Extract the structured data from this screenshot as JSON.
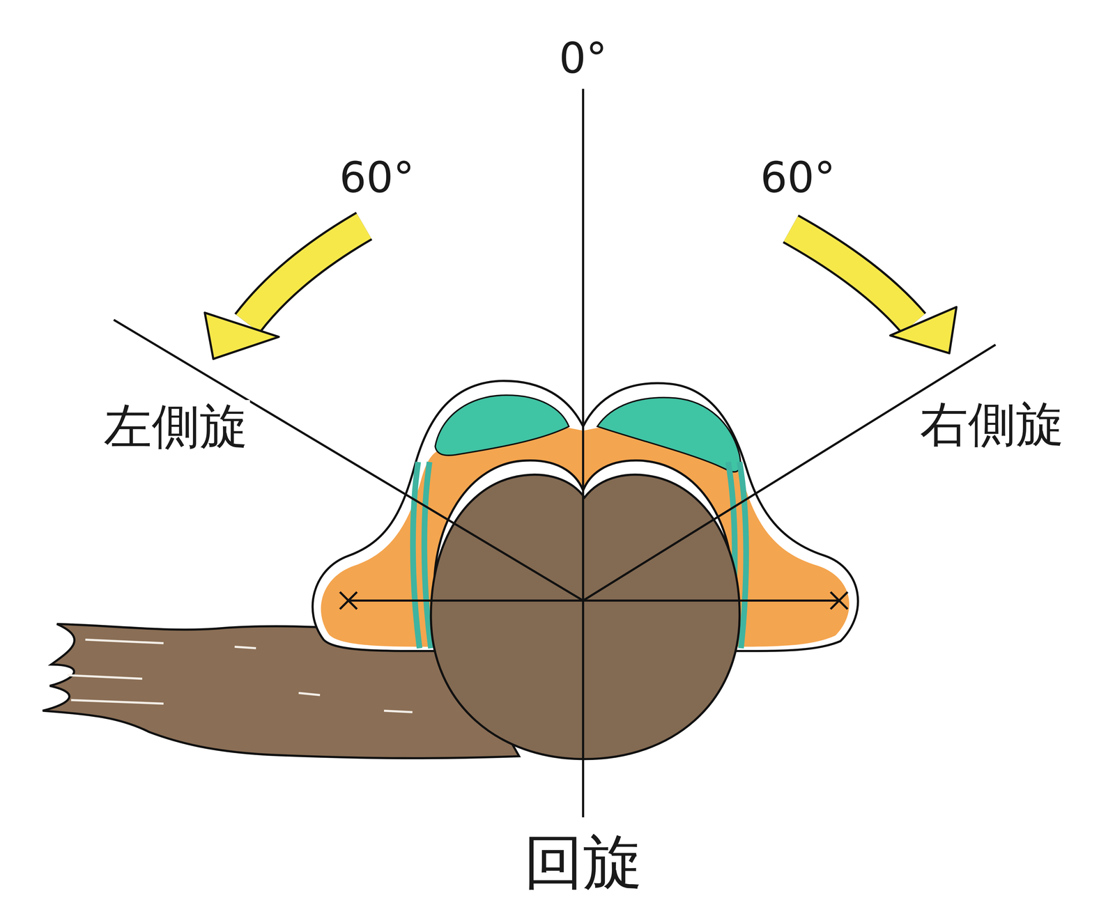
{
  "diagram": {
    "caption": "回旋",
    "labels": [
      "0°",
      "60°",
      "60°",
      "左側旋",
      "右側旋"
    ]
  }
}
